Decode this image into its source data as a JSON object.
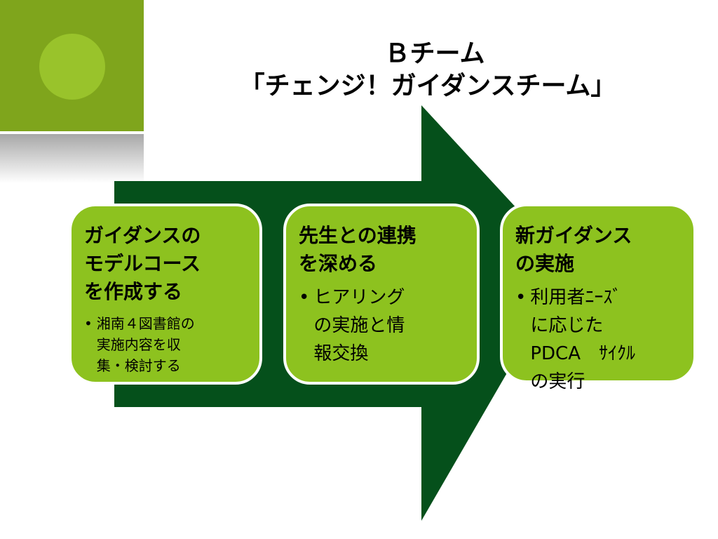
{
  "title": {
    "line1": "Ｂチーム",
    "line2": "「チェンジ！ガイダンスチーム」"
  },
  "steps": [
    {
      "heading": "ガイダンスの\nモデルコース\nを作成する",
      "bullet": "湘南４図書館の\n実施内容を収\n集・検討する"
    },
    {
      "heading": "先生との連携\nを深める",
      "bullet": "ヒアリング\nの実施と情\n報交換"
    },
    {
      "heading": "新ガイダンス\nの実施",
      "bullet": "利用者ﾆｰｽﾞ\nに応じた\nPDCA　ｻｲｸﾙ\nの実行"
    }
  ],
  "bullet_symbol": "•",
  "colors": {
    "arrow": "#05501b",
    "box_fill": "#8dc21f",
    "box_border": "#ffffff",
    "corner_square": "#7fa51c",
    "corner_circle": "#99c32b"
  }
}
